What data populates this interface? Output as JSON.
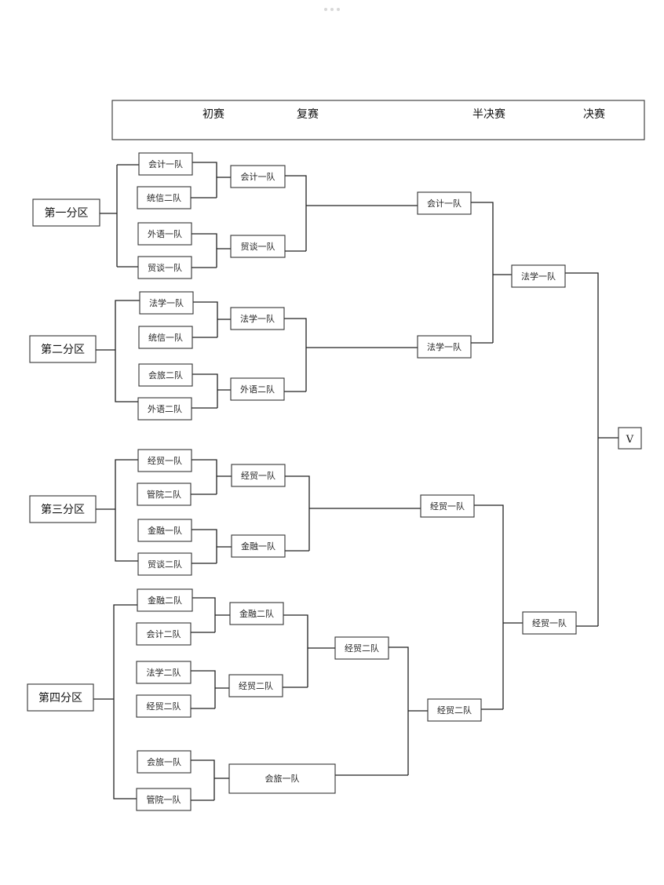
{
  "header": {
    "rounds": [
      "初赛",
      "复赛",
      "半决赛",
      "决赛"
    ]
  },
  "divisions": [
    "第一分区",
    "第二分区",
    "第三分区",
    "第四分区"
  ],
  "first_round": [
    "会计一队",
    "统信二队",
    "外语一队",
    "贸谈一队",
    "法学一队",
    "统信一队",
    "会旅二队",
    "外语二队",
    "经贸一队",
    "管院二队",
    "金融一队",
    "贸谈二队",
    "金融二队",
    "会计二队",
    "法学二队",
    "经贸二队",
    "会旅一队",
    "管院一队"
  ],
  "second_round": [
    "会计一队",
    "贸谈一队",
    "法学一队",
    "外语二队",
    "经贸一队",
    "金融一队",
    "金融二队",
    "经贸二队",
    "会旅一队"
  ],
  "third_round": [
    "会计一队",
    "法学一队",
    "经贸一队",
    "经贸二队",
    "经贸二队"
  ],
  "semifinal": [
    "法学一队",
    "经贸一队"
  ],
  "final": "V"
}
